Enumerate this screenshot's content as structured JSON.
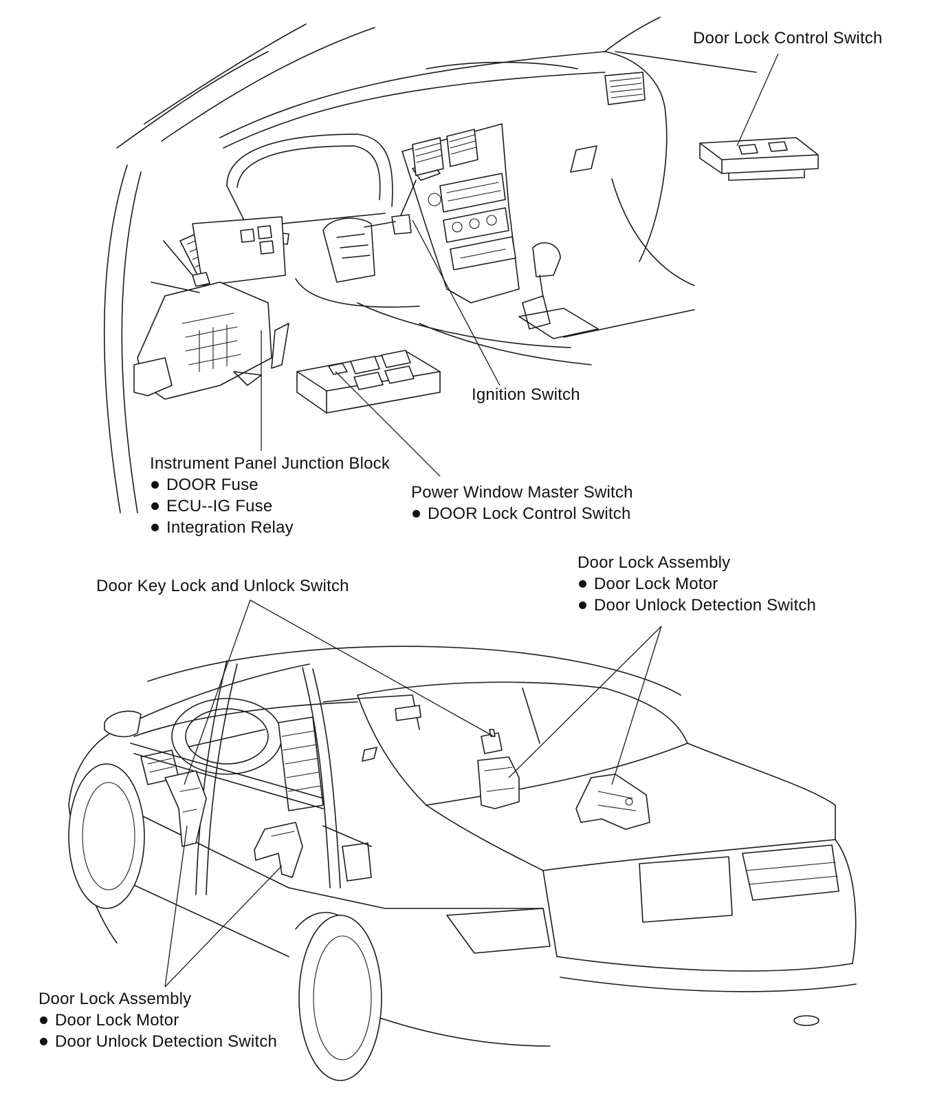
{
  "labels": {
    "door_lock_control_switch": "Door Lock Control Switch",
    "ignition_switch": "Ignition Switch",
    "junction_block": {
      "title": "Instrument Panel Junction Block",
      "items": [
        "DOOR Fuse",
        "ECU--IG Fuse",
        "Integration Relay"
      ]
    },
    "power_window_master_switch": {
      "title": "Power Window Master Switch",
      "items": [
        "DOOR Lock Control Switch"
      ]
    },
    "door_key_switch": "Door Key Lock and Unlock Switch",
    "door_lock_assembly_rear": {
      "title": "Door Lock Assembly",
      "items": [
        "Door Lock Motor",
        "Door Unlock Detection Switch"
      ]
    },
    "door_lock_assembly_front": {
      "title": "Door Lock Assembly",
      "items": [
        "Door Lock Motor",
        "Door Unlock Detection Switch"
      ]
    }
  }
}
